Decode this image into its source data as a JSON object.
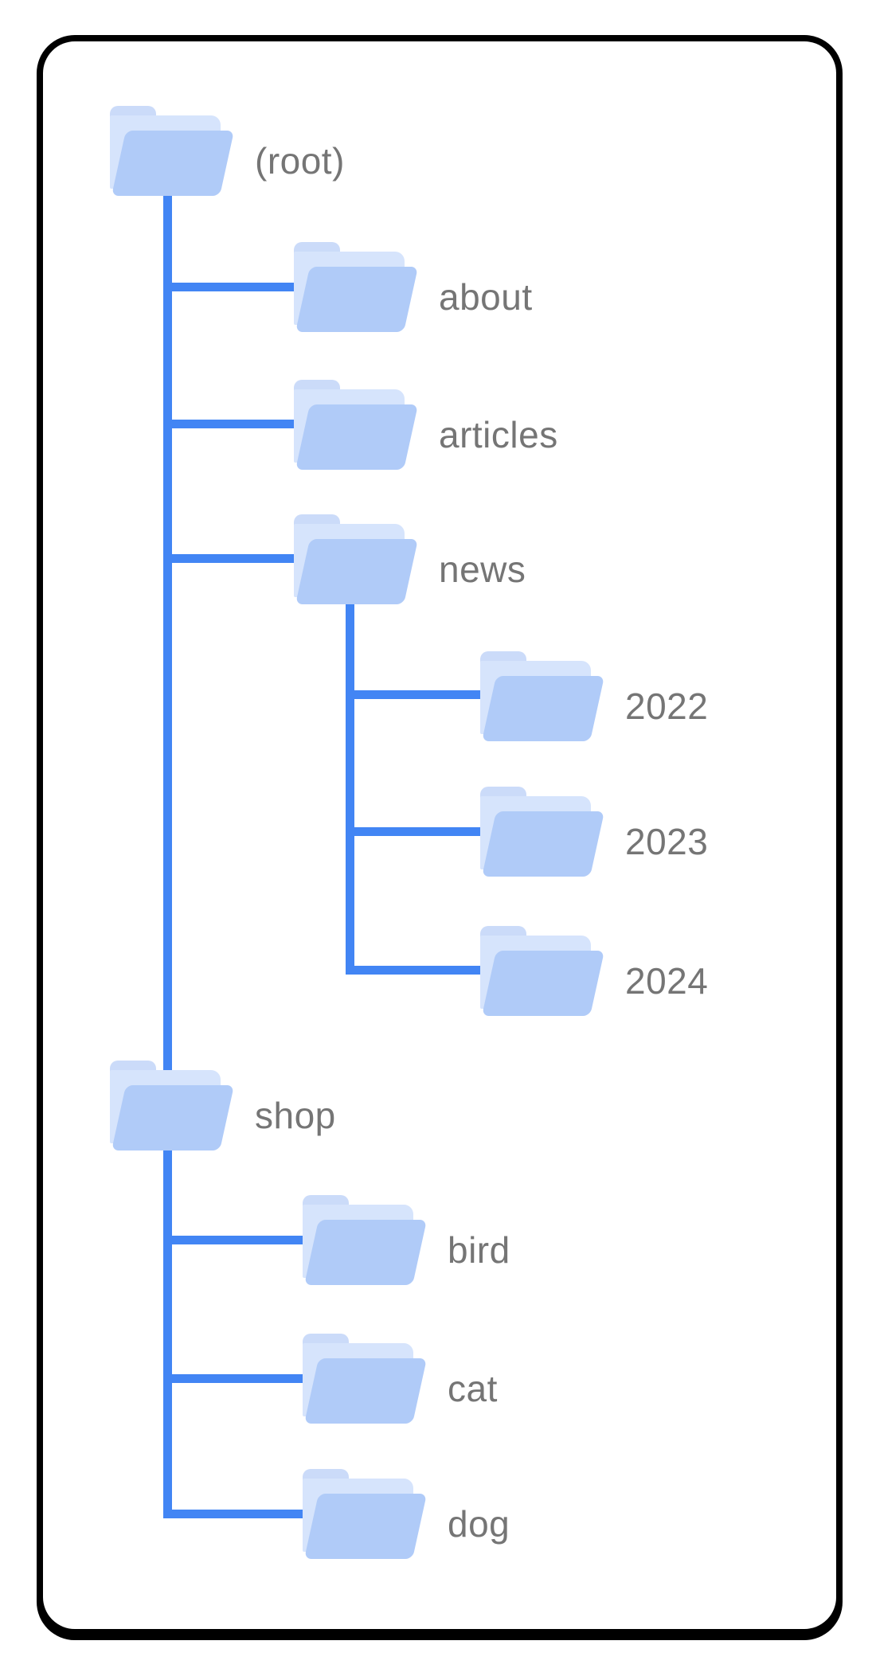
{
  "diagram": {
    "type": "folder-tree",
    "description": "Site directory structure tree of folders",
    "nodes": [
      {
        "id": "root",
        "label": "(root)",
        "parent": null,
        "depth": 0
      },
      {
        "id": "about",
        "label": "about",
        "parent": "root",
        "depth": 1
      },
      {
        "id": "articles",
        "label": "articles",
        "parent": "root",
        "depth": 1
      },
      {
        "id": "news",
        "label": "news",
        "parent": "root",
        "depth": 1
      },
      {
        "id": "2022",
        "label": "2022",
        "parent": "news",
        "depth": 2
      },
      {
        "id": "2023",
        "label": "2023",
        "parent": "news",
        "depth": 2
      },
      {
        "id": "2024",
        "label": "2024",
        "parent": "news",
        "depth": 2
      },
      {
        "id": "shop",
        "label": "shop",
        "parent": "root",
        "depth": 0
      },
      {
        "id": "bird",
        "label": "bird",
        "parent": "shop",
        "depth": 1
      },
      {
        "id": "cat",
        "label": "cat",
        "parent": "shop",
        "depth": 1
      },
      {
        "id": "dog",
        "label": "dog",
        "parent": "shop",
        "depth": 1
      }
    ],
    "colors": {
      "connector": "#4285F4",
      "folder-front": "#B0CBF8",
      "folder-back": "#D6E4FC",
      "folder-tab": "#CBDBF9",
      "label-text": "#757575",
      "card-border": "#000000",
      "background": "#FFFFFF"
    }
  }
}
